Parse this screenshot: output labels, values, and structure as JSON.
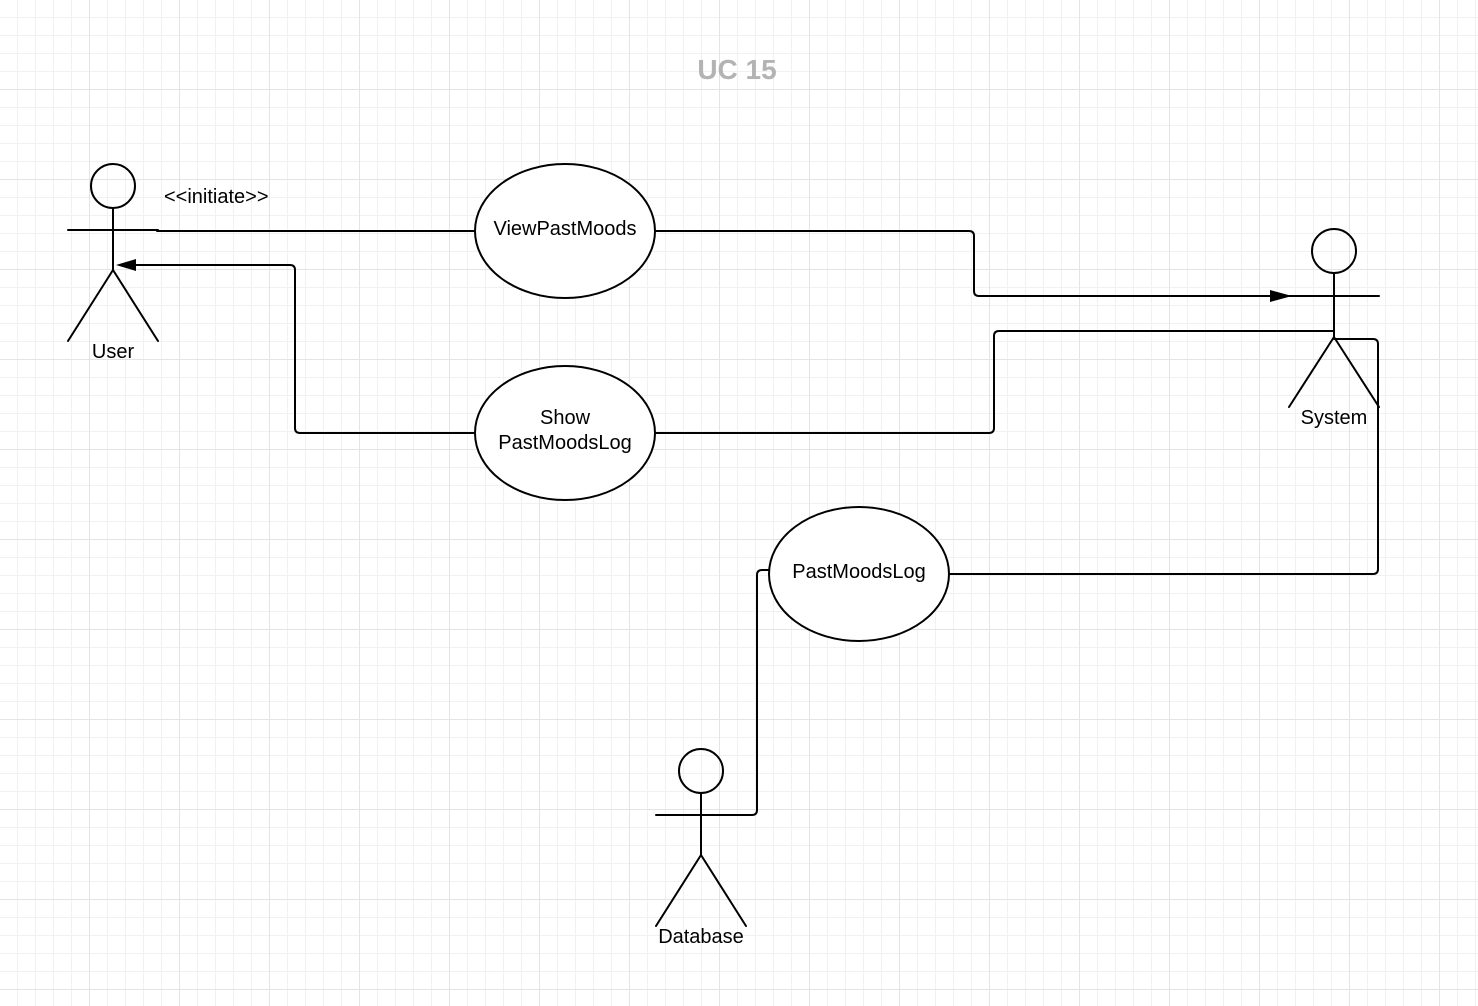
{
  "diagram": {
    "title": "UC 15",
    "title_color": "#b3b3b3",
    "stroke_color": "#000000",
    "actors": {
      "user": {
        "label": "User"
      },
      "system": {
        "label": "System"
      },
      "database": {
        "label": "Database"
      }
    },
    "use_cases": {
      "view_past_moods": {
        "label": "ViewPastMoods"
      },
      "show_past_moods_log": {
        "line1": "Show",
        "line2": "PastMoodsLog"
      },
      "past_moods_log": {
        "label": "PastMoodsLog"
      }
    },
    "connectors": {
      "initiate": {
        "label": "<<initiate>>"
      }
    }
  }
}
